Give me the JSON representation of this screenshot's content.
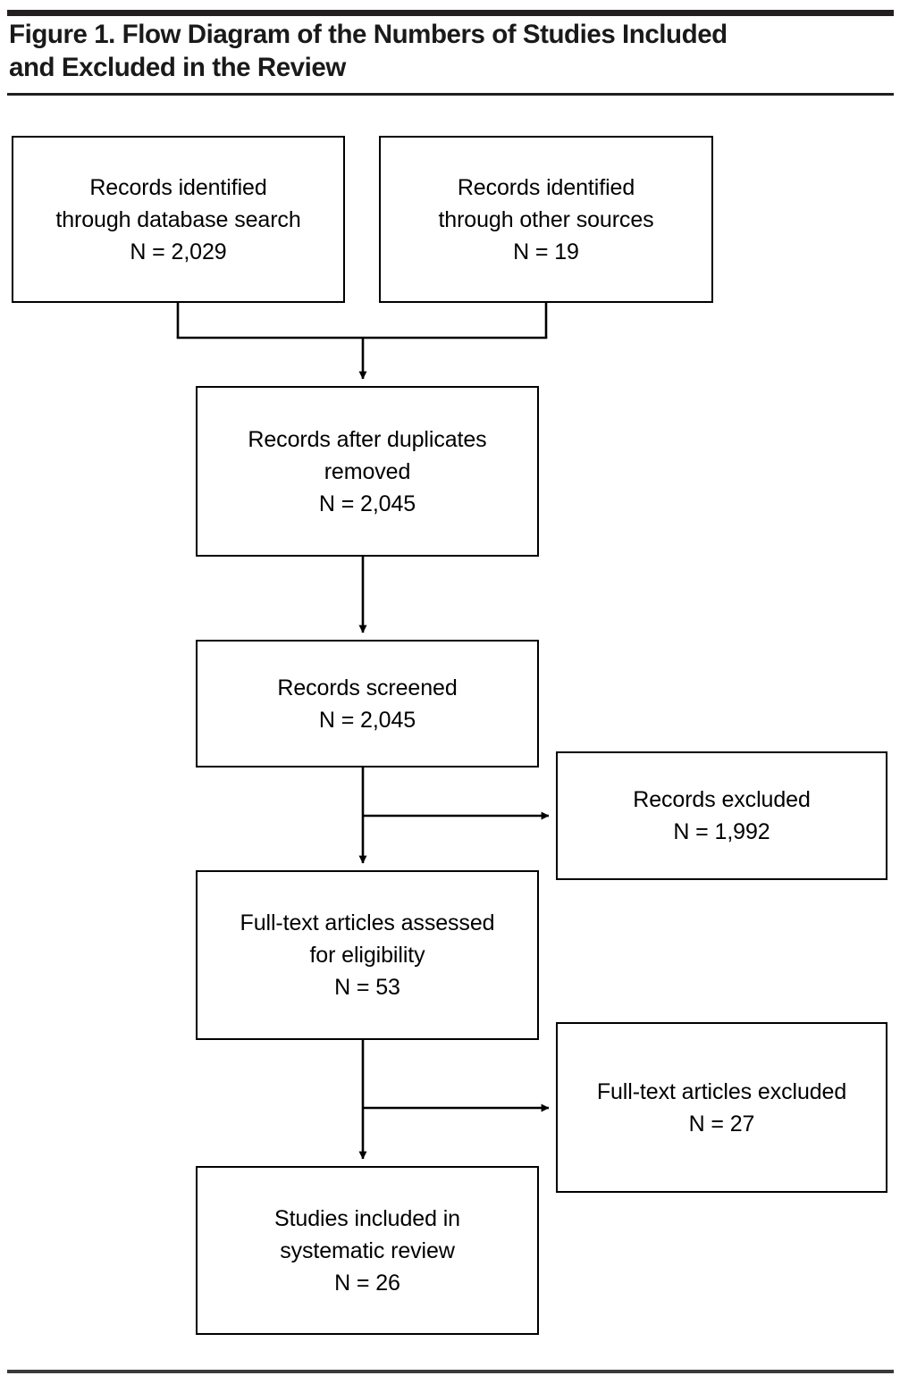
{
  "figure": {
    "title": "Figure 1. Flow Diagram of the Numbers of Studies Included\nand Excluded in the Review",
    "rule_color": "#231f20",
    "box_border_color": "#000000",
    "connector_color": "#000000"
  },
  "chart_data": {
    "type": "diagram",
    "diagram_kind": "prisma-flow-diagram",
    "title": "Figure 1. Flow Diagram of the Numbers of Studies Included and Excluded in the Review",
    "nodes": [
      {
        "id": "identified-database",
        "label": "Records identified\nthrough database search\nN = 2,029",
        "text_lines": [
          "Records identified",
          "through database search",
          "N = 2,029"
        ],
        "n_label": "N = 2,029",
        "n_value": 2029,
        "column": "left",
        "stage": "identification"
      },
      {
        "id": "identified-other",
        "label": "Records identified\nthrough other sources\nN = 19",
        "text_lines": [
          "Records identified",
          "through other sources",
          "N = 19"
        ],
        "n_label": "N = 19",
        "n_value": 19,
        "column": "right",
        "stage": "identification"
      },
      {
        "id": "after-duplicates",
        "label": "Records after duplicates\nremoved\nN = 2,045",
        "text_lines": [
          "Records after duplicates",
          "removed",
          "N = 2,045"
        ],
        "n_label": "N = 2,045",
        "n_value": 2045,
        "column": "center",
        "stage": "identification"
      },
      {
        "id": "records-screened",
        "label": "Records screened\nN = 2,045",
        "text_lines": [
          "Records screened",
          "N = 2,045"
        ],
        "n_label": "N = 2,045",
        "n_value": 2045,
        "column": "center",
        "stage": "screening"
      },
      {
        "id": "records-excluded",
        "label": "Records excluded\nN = 1,992",
        "text_lines": [
          "Records excluded",
          "N = 1,992"
        ],
        "n_label": "N = 1,992",
        "n_value": 1992,
        "column": "side",
        "stage": "screening"
      },
      {
        "id": "fulltext-assessed",
        "label": "Full-text articles assessed\nfor eligibility\nN = 53",
        "text_lines": [
          "Full-text articles assessed",
          "for eligibility",
          "N = 53"
        ],
        "n_label": "N = 53",
        "n_value": 53,
        "column": "center",
        "stage": "eligibility"
      },
      {
        "id": "fulltext-excluded",
        "label": "Full-text articles excluded\nN = 27",
        "text_lines": [
          "Full-text articles excluded",
          "N = 27"
        ],
        "n_label": "N = 27",
        "n_value": 27,
        "column": "side",
        "stage": "eligibility"
      },
      {
        "id": "studies-included",
        "label": "Studies included in\nsystematic review\nN = 26",
        "text_lines": [
          "Studies included in",
          "systematic review",
          "N = 26"
        ],
        "n_label": "N = 26",
        "n_value": 26,
        "column": "center",
        "stage": "included"
      }
    ],
    "edges": [
      {
        "from": "identified-database",
        "to": "after-duplicates",
        "kind": "merge-down"
      },
      {
        "from": "identified-other",
        "to": "after-duplicates",
        "kind": "merge-down"
      },
      {
        "from": "after-duplicates",
        "to": "records-screened",
        "kind": "down"
      },
      {
        "from": "records-screened",
        "to": "records-excluded",
        "kind": "right"
      },
      {
        "from": "records-screened",
        "to": "fulltext-assessed",
        "kind": "down"
      },
      {
        "from": "fulltext-assessed",
        "to": "fulltext-excluded",
        "kind": "right"
      },
      {
        "from": "fulltext-assessed",
        "to": "studies-included",
        "kind": "down"
      }
    ]
  }
}
